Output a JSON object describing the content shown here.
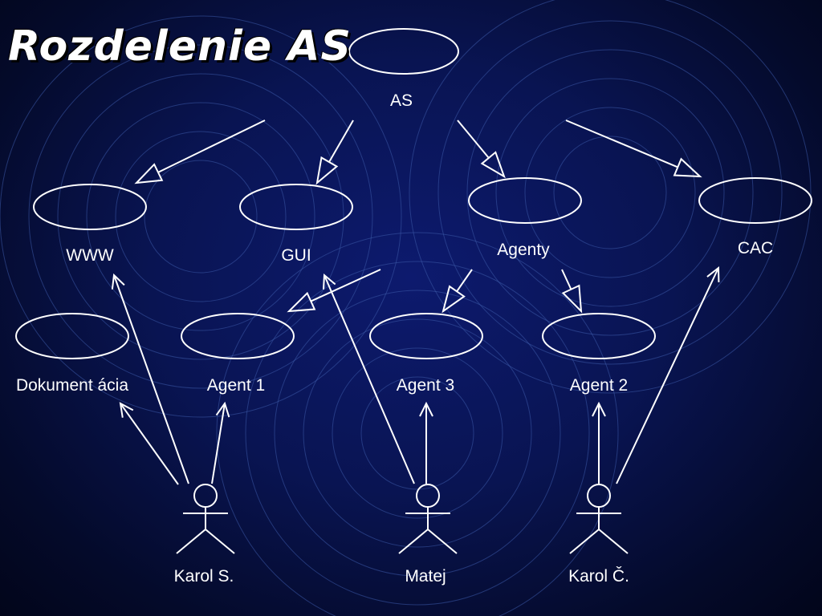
{
  "slide": {
    "title": "Rozdelenie AS",
    "colors": {
      "background": "#091452",
      "stroke": "#ffffff",
      "label": "#ffffff",
      "rings": "#3d5aa8"
    }
  },
  "diagram": {
    "use_cases": [
      {
        "id": "as",
        "label": "AS"
      },
      {
        "id": "www",
        "label": "WWW"
      },
      {
        "id": "gui",
        "label": "GUI"
      },
      {
        "id": "agenty",
        "label": "Agenty"
      },
      {
        "id": "cac",
        "label": "CAC"
      },
      {
        "id": "dokumentacia",
        "label": "Dokument ácia"
      },
      {
        "id": "agent1",
        "label": "Agent 1"
      },
      {
        "id": "agent3",
        "label": "Agent 3"
      },
      {
        "id": "agent2",
        "label": "Agent 2"
      }
    ],
    "actors": [
      {
        "id": "karol-s",
        "label": "Karol S."
      },
      {
        "id": "matej",
        "label": "Matej"
      },
      {
        "id": "karol-c",
        "label": "Karol Č."
      }
    ],
    "generalizations": [
      {
        "from": "as",
        "to": "www"
      },
      {
        "from": "as",
        "to": "gui"
      },
      {
        "from": "as",
        "to": "agenty"
      },
      {
        "from": "as",
        "to": "cac"
      },
      {
        "from": "gui",
        "to": "agent1"
      },
      {
        "from": "agenty",
        "to": "agent3"
      },
      {
        "from": "agenty",
        "to": "agent2"
      }
    ],
    "associations": [
      {
        "from": "karol-s",
        "to": "dokumentacia"
      },
      {
        "from": "karol-s",
        "to": "www"
      },
      {
        "from": "karol-s",
        "to": "agent1"
      },
      {
        "from": "matej",
        "to": "gui"
      },
      {
        "from": "matej",
        "to": "agent3"
      },
      {
        "from": "karol-c",
        "to": "agent2"
      },
      {
        "from": "karol-c",
        "to": "cac"
      }
    ]
  }
}
